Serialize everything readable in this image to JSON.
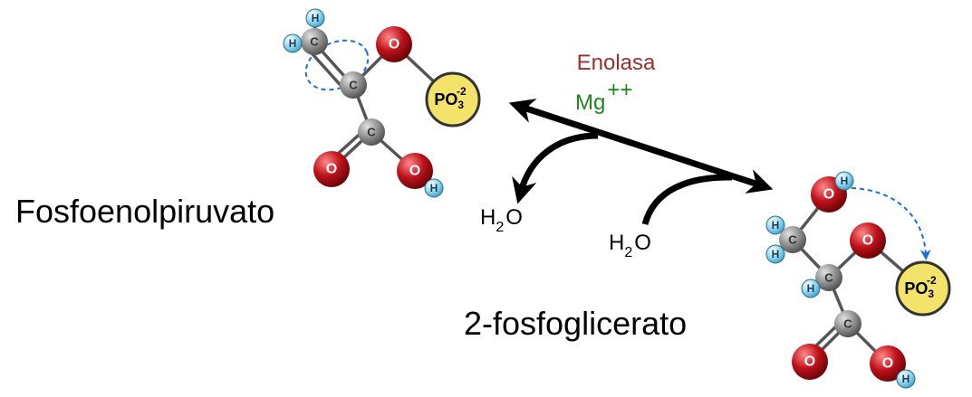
{
  "labels": {
    "left_molecule": "Fosfoenolpiruvato",
    "right_molecule": "2-fosfoglicerato",
    "enzyme": "Enolasa",
    "cofactor_base": "Mg",
    "cofactor_charge": "++",
    "water_left_h": "H",
    "water_left_sub": "2",
    "water_left_o": "O",
    "water_right_h": "H",
    "water_right_sub": "2",
    "water_right_o": "O"
  },
  "atoms": {
    "carbon": "C",
    "oxygen": "O",
    "hydrogen": "H",
    "phosphate_base": "PO",
    "phosphate_sub": "3",
    "phosphate_sup": "-2"
  },
  "colors": {
    "carbon": "#8c8c8c",
    "oxygen": "#c0121b",
    "hydrogen": "#8fd6f0",
    "phosphate": "#f4e36a",
    "enzyme": "#9b2f2f",
    "cofactor": "#1a8a1a",
    "dashed": "#1f6fd0"
  }
}
